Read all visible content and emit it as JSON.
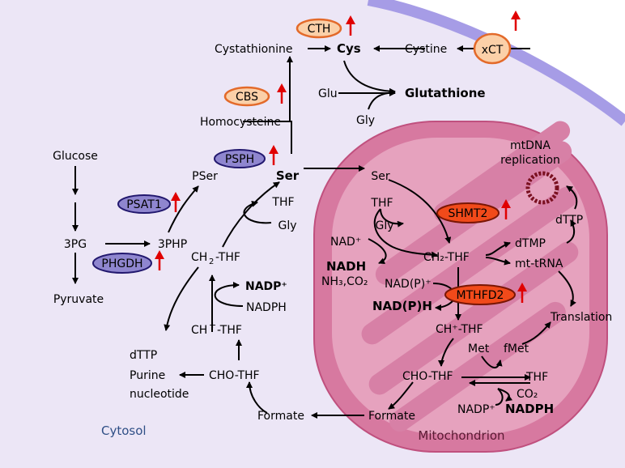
{
  "regions": {
    "cytosol": "Cytosol",
    "mitochondrion": "Mitochondrion"
  },
  "metabolites": {
    "glucose": "Glucose",
    "pg3": "3PG",
    "pyruvate": "Pyruvate",
    "php3": "3PHP",
    "pser": "PSer",
    "ser": "Ser",
    "thf": "THF",
    "gly": "Gly",
    "ch2thf": "CH",
    "ch2thf_sub": "2",
    "ch2thf_tail": "-THF",
    "nadp_plus": "NADP⁺",
    "nadph": "NADPH",
    "chthf": "CH",
    "chthf_sup": "+",
    "chthf_tail": "-THF",
    "dttp": "dTTP",
    "purine1": "Purine",
    "purine2": "nucleotide",
    "chothf": "CHO-THF",
    "formate": "Formate",
    "homocysteine": "Homocysteine",
    "cystathionine": "Cystathionine",
    "cys": "Cys",
    "cystine": "Cystine",
    "glu": "Glu",
    "gly2": "Gly",
    "glutathione": "Glutathione"
  },
  "mito": {
    "ser": "Ser",
    "thf": "THF",
    "gly": "Gly",
    "nad_plus": "NAD⁺",
    "nadh": "NADH",
    "nh3co2": "NH₃,CO₂",
    "ch2thf": "CH₂-THF",
    "nadp_in": "NAD(P)⁺",
    "nadp_h": "NAD(P)H",
    "chthf": "CH⁺-THF",
    "chothf": "CHO-THF",
    "formate": "Formate",
    "met": "Met",
    "fmet": "fMet",
    "thf2": "THF",
    "co2": "CO₂",
    "nadp_plus": "NADP⁺",
    "nadph": "NADPH",
    "dtmp": "dTMP",
    "mttrna": "mt-tRNA",
    "dttp": "dTTP",
    "translation": "Translation",
    "mtdna1": "mtDNA",
    "mtdna2": "replication"
  },
  "enzymes": {
    "psat1": "PSAT1",
    "phgdh": "PHGDH",
    "psph": "PSPH",
    "cbs": "CBS",
    "cth": "CTH",
    "xct": "xCT",
    "shmt2": "SHMT2",
    "mthfd2": "MTHFD2"
  },
  "colors": {
    "cytosol": "#ece6f6",
    "membrane": "#a69ce6",
    "mito_outer": "#d779a0",
    "mito_inner": "#e6a2be",
    "upregulated_arrow": "#e00000"
  }
}
